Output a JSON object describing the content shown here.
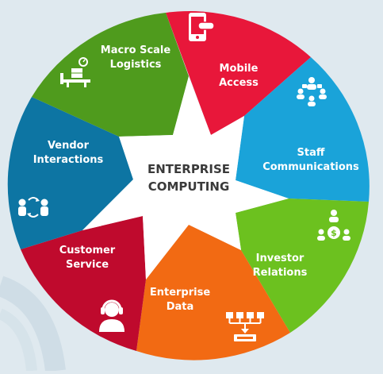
{
  "center": {
    "line1": "ENTERPRISE",
    "line2": "COMPUTING"
  },
  "segments": [
    {
      "id": "mobile-access",
      "lines": [
        "Mobile",
        "Access"
      ],
      "color": "#e8173a",
      "icon": "mobile-phone-icon"
    },
    {
      "id": "staff-communications",
      "lines": [
        "Staff",
        "Communications"
      ],
      "color": "#1aa3d9",
      "icon": "people-chat-icon"
    },
    {
      "id": "investor-relations",
      "lines": [
        "Investor",
        "Relations"
      ],
      "color": "#6cc11f",
      "icon": "investors-dollar-icon"
    },
    {
      "id": "enterprise-data",
      "lines": [
        "Enterprise",
        "Data"
      ],
      "color": "#f26a13",
      "icon": "data-hierarchy-icon"
    },
    {
      "id": "customer-service",
      "lines": [
        "Customer",
        "Service"
      ],
      "color": "#bf0a2d",
      "icon": "headset-agent-icon"
    },
    {
      "id": "vendor-interactions",
      "lines": [
        "Vendor",
        "Interactions"
      ],
      "color": "#0d75a3",
      "icon": "vendor-exchange-icon"
    },
    {
      "id": "macro-scale-logistics",
      "lines": [
        "Macro Scale",
        "Logistics"
      ],
      "color": "#4f9b1d",
      "icon": "package-scale-icon"
    }
  ]
}
